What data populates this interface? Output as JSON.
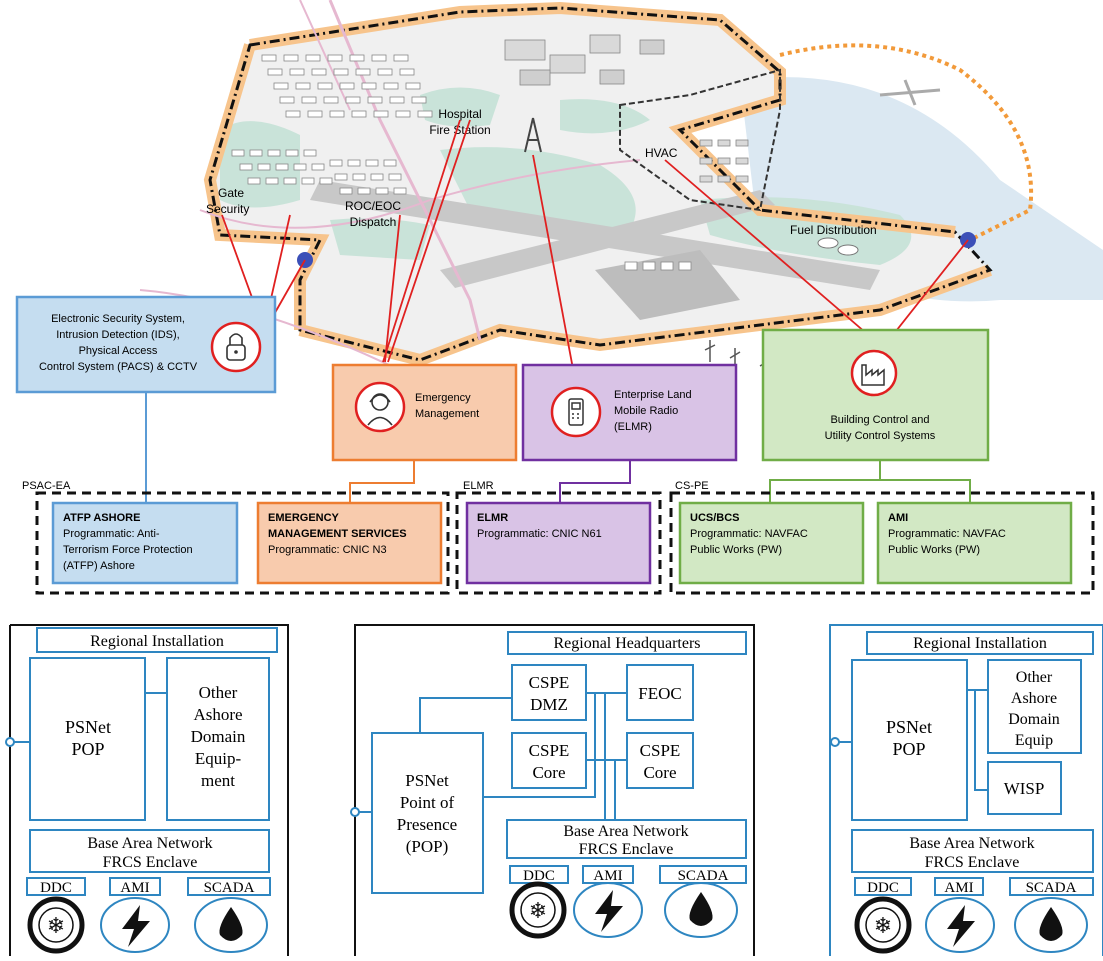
{
  "map": {
    "labels": {
      "hospital": "Hospital",
      "fire_station": "Fire Station",
      "hvac": "HVAC",
      "gate": "Gate",
      "security": "Security",
      "roc_eoc": "ROC/EOC",
      "dispatch": "Dispatch",
      "fuel": "Fuel Distribution"
    }
  },
  "systems": [
    {
      "id": "ess",
      "lines": [
        "Electronic Security System,",
        "Intrusion Detection (IDS),",
        "Physical Access",
        "Control System (PACS) & CCTV"
      ],
      "icon": "lock-icon",
      "color": "#5b9bd5"
    },
    {
      "id": "em",
      "lines": [
        "Emergency",
        "Management"
      ],
      "icon": "headset-icon",
      "color": "#ed7d31"
    },
    {
      "id": "elmr",
      "lines": [
        "Enterprise Land",
        "Mobile Radio",
        "(ELMR)"
      ],
      "icon": "radio-icon",
      "color": "#7030a0"
    },
    {
      "id": "bcs",
      "lines": [
        "Building Control and",
        "Utility Control Systems"
      ],
      "icon": "factory-icon",
      "color": "#70ad47"
    }
  ],
  "groups": [
    {
      "label": "PSAC-EA"
    },
    {
      "label": "ELMR"
    },
    {
      "label": "CS-PE"
    }
  ],
  "programs": [
    {
      "title": "ATFP ASHORE",
      "lines": [
        "Programmatic: Anti-",
        "Terrorism Force Protection",
        "(ATFP) Ashore"
      ]
    },
    {
      "title": "EMERGENCY",
      "title2": "MANAGEMENT SERVICES",
      "lines": [
        "Programmatic: CNIC N3"
      ]
    },
    {
      "title": "ELMR",
      "lines": [
        "Programmatic: CNIC N61"
      ]
    },
    {
      "title": "UCS/BCS",
      "lines": [
        "Programmatic: NAVFAC",
        "Public Works (PW)"
      ]
    },
    {
      "title": "AMI",
      "lines": [
        "Programmatic: NAVFAC",
        "Public Works (PW)"
      ]
    }
  ],
  "panels": {
    "left": {
      "title": "Regional Installation",
      "pop": [
        "PSNet",
        "POP"
      ],
      "other": [
        "Other",
        "Ashore",
        "Domain",
        "Equip-",
        "ment"
      ],
      "ban": [
        "Base Area Network",
        "FRCS Enclave"
      ],
      "devices": [
        "DDC",
        "AMI",
        "SCADA"
      ]
    },
    "middle": {
      "title": "Regional Headquarters",
      "dmz": [
        "CSPE",
        "DMZ"
      ],
      "feoc": "FEOC",
      "core1": [
        "CSPE",
        "Core"
      ],
      "core2": [
        "CSPE",
        "Core"
      ],
      "pop": [
        "PSNet",
        "Point of",
        "Presence",
        "(POP)"
      ],
      "ban": [
        "Base Area Network",
        "FRCS Enclave"
      ],
      "devices": [
        "DDC",
        "AMI",
        "SCADA"
      ]
    },
    "right": {
      "title": "Regional Installation",
      "pop": [
        "PSNet",
        "POP"
      ],
      "other": [
        "Other",
        "Ashore",
        "Domain",
        "Equip"
      ],
      "wisp": "WISP",
      "ban": [
        "Base Area Network",
        "FRCS Enclave"
      ],
      "devices": [
        "DDC",
        "AMI",
        "SCADA"
      ]
    }
  }
}
